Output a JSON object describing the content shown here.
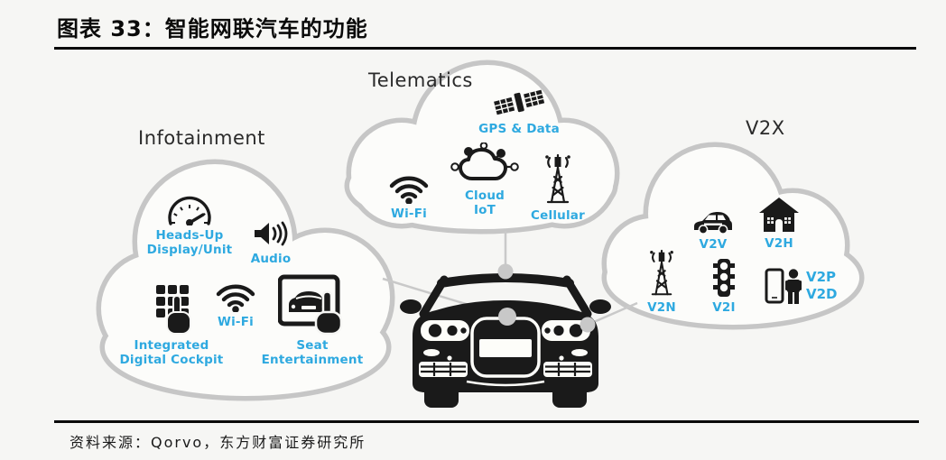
{
  "header": {
    "title": "图表 33：智能网联汽车的功能"
  },
  "clouds": {
    "infotainment": {
      "title": "Infotainment",
      "items": {
        "heads_up": {
          "line1": "Heads-Up",
          "line2": "Display/Unit"
        },
        "audio": {
          "label": "Audio"
        },
        "integrated": {
          "line1": "Integrated",
          "line2": "Digital Cockpit"
        },
        "wifi": {
          "label": "Wi-Fi"
        },
        "seat": {
          "line1": "Seat",
          "line2": "Entertainment"
        }
      }
    },
    "telematics": {
      "title": "Telematics",
      "items": {
        "gps": {
          "label": "GPS & Data"
        },
        "wifi": {
          "label": "Wi-Fi"
        },
        "cloud_iot": {
          "line1": "Cloud",
          "line2": "IoT"
        },
        "cellular": {
          "label": "Cellular"
        }
      }
    },
    "v2x": {
      "title": "V2X",
      "items": {
        "v2v": {
          "label": "V2V"
        },
        "v2h": {
          "label": "V2H"
        },
        "v2n": {
          "label": "V2N"
        },
        "v2i": {
          "label": "V2I"
        },
        "v2p": {
          "label": "V2P"
        },
        "v2d": {
          "label": "V2D"
        }
      }
    }
  },
  "footer": {
    "source": "资料来源：Qorvo，东方财富证券研究所"
  },
  "colors": {
    "accent_blue": "#2EA9E0",
    "cloud_gray": "#C6C6C6",
    "icon_black": "#1A1A1A",
    "background": "#F6F6F4",
    "rule_black": "#0A0A0A"
  }
}
